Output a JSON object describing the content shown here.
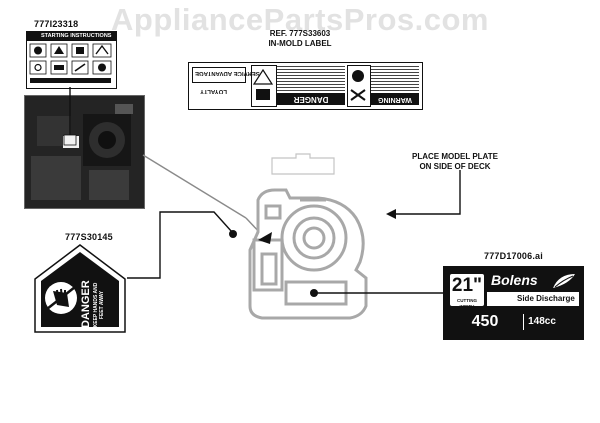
{
  "watermark": "AppliancePartsPros.com",
  "parts": {
    "starting_instructions": {
      "part_number": "777I23318",
      "header": "STARTING INSTRUCTIONS"
    },
    "in_mold_label": {
      "line1": "REF. 777S33603",
      "line2": "IN-MOLD LABEL",
      "danger": "DANGER",
      "warning": "WARNING",
      "service": "SERVICE ADVANTAGE",
      "loyalty": "LOYALTY"
    },
    "model_plate": {
      "line1": "PLACE MODEL PLATE",
      "line2": "ON SIDE OF DECK"
    },
    "danger_hand_decal": {
      "part_number": "777S30145",
      "title": "DANGER",
      "text": "KEEP HANDS AND FEET AWAY"
    },
    "brand_decal": {
      "part_number": "777D17006.ai",
      "size": "21\"",
      "size_caption": "CUTTING WIDTH",
      "brand": "Bolens",
      "feature": "Side Discharge",
      "engine": "450",
      "cc": "148cc"
    }
  },
  "colors": {
    "ink": "#111111",
    "gray": "#8a8a8a",
    "photo": "#222222",
    "watermark": "#e2e2e2"
  }
}
